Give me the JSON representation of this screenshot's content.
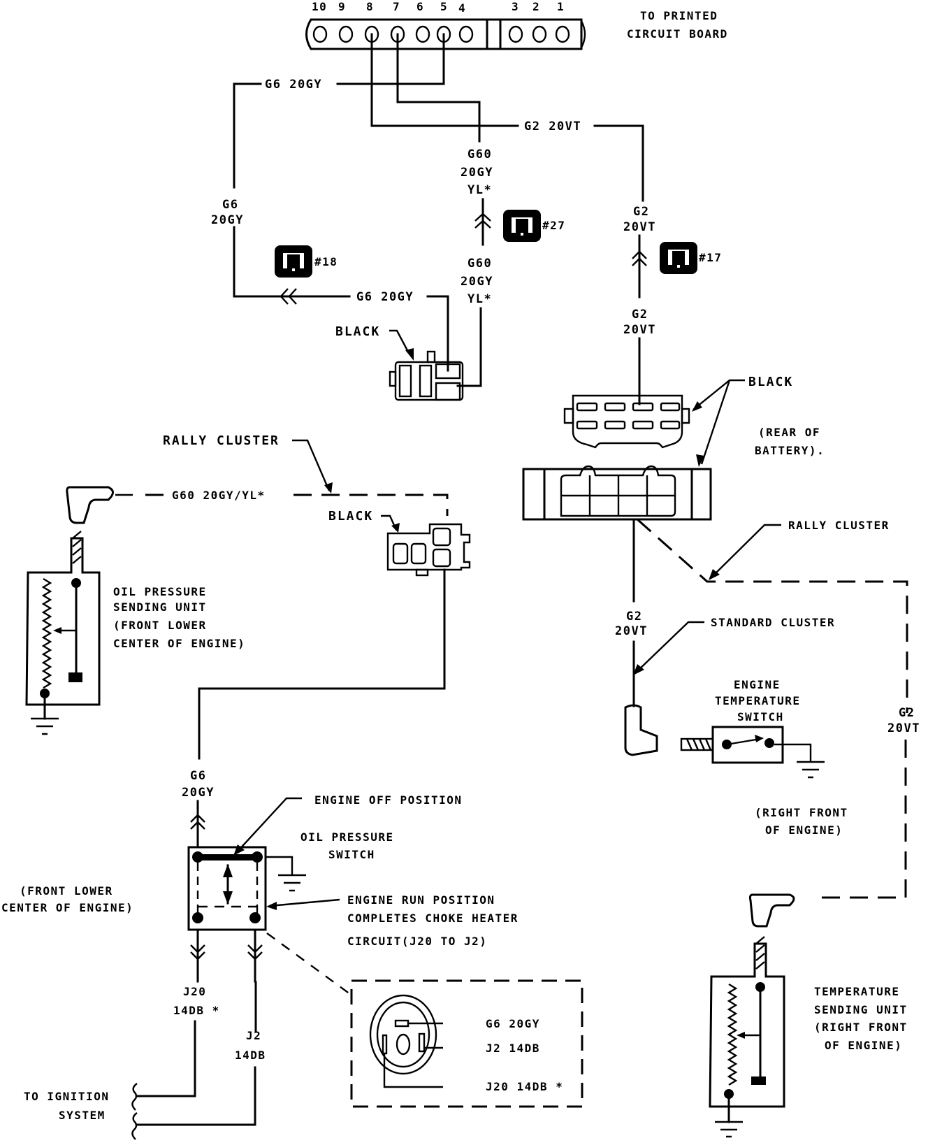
{
  "diagram": {
    "title": "Gauge and sending unit wiring (oil pressure / engine temperature)",
    "pcb_connector": {
      "pin_labels": [
        "10",
        "9",
        "8",
        "7",
        "6",
        "5",
        "4",
        "3",
        "2",
        "1"
      ],
      "label_line1": "TO PRINTED",
      "label_line2": "CIRCUIT BOARD"
    },
    "wires": {
      "g6_top": "G6 20GY",
      "g2_top": "G2 20VT",
      "g60_upper": [
        "G60",
        "20GY",
        "YL*"
      ],
      "g60_lower": [
        "G60",
        "20GY",
        "YL*"
      ],
      "g6_left": [
        "G6",
        "20GY"
      ],
      "g6_mid": "G6 20GY",
      "g2_upper": [
        "G2",
        "20VT"
      ],
      "g2_lower": [
        "G2",
        "20VT"
      ],
      "g60_dash": "G60 20GY/YL*",
      "g2_right_mid": [
        "G2",
        "20VT"
      ],
      "g2_far_right": [
        "G2",
        "20VT"
      ],
      "g6_bottom": [
        "G6",
        "20GY"
      ],
      "j20": [
        "J20",
        "14DB *"
      ],
      "j2": [
        "J2",
        "14DB"
      ]
    },
    "callouts": {
      "ref18": "#18",
      "ref27": "#27",
      "ref17": "#17",
      "black_1": "BLACK",
      "black_2": "BLACK",
      "black_3": "BLACK",
      "rear_of_battery": [
        "(REAR OF",
        "BATTERY)."
      ],
      "rally_cluster_left": "RALLY CLUSTER",
      "rally_cluster_right": "RALLY CLUSTER",
      "standard_cluster": "STANDARD CLUSTER"
    },
    "components": {
      "oil_sending_unit": [
        "OIL PRESSURE",
        "SENDING UNIT",
        "(FRONT LOWER",
        "CENTER OF ENGINE)"
      ],
      "engine_temp_switch": [
        "ENGINE",
        "TEMPERATURE",
        "SWITCH"
      ],
      "engine_temp_switch_loc": [
        "(RIGHT FRONT",
        "OF ENGINE)"
      ],
      "oil_pressure_switch": [
        "OIL PRESSURE",
        "SWITCH"
      ],
      "oil_pressure_switch_loc": [
        "(FRONT LOWER",
        "CENTER OF ENGINE)"
      ],
      "engine_off": "ENGINE OFF POSITION",
      "engine_run": [
        "ENGINE RUN POSITION",
        "COMPLETES CHOKE HEATER",
        "CIRCUIT(J20 TO J2)"
      ],
      "temp_sending_unit": [
        "TEMPERATURE",
        "SENDING UNIT",
        "(RIGHT FRONT",
        "OF ENGINE)"
      ],
      "ignition": [
        "TO IGNITION",
        "SYSTEM"
      ]
    },
    "inset": {
      "g6": "G6 20GY",
      "j2": "J2 14DB",
      "j20": "J20 14DB *"
    }
  }
}
